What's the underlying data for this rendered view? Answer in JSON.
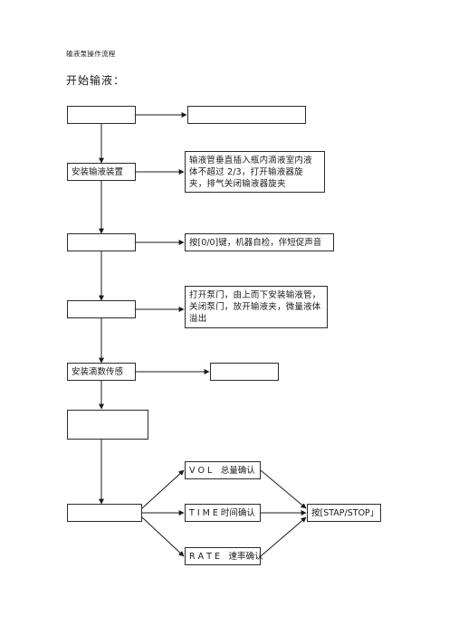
{
  "document": {
    "title": "输液泵操作流程",
    "section_heading": "开始输液："
  },
  "flowchart": {
    "start_box": "",
    "start_result_box": "",
    "install_set": "安装输液装置",
    "install_set_note": "输液管垂直插入瓶内滴液室内液体不超过 2/3，打开输液器旋夹，排气关闭输液器旋夹",
    "power_box": "",
    "power_note": "按[0/0]键，机器自检，伴短促声音",
    "pump_box": "",
    "pump_note": "打开泵门，由上而下安装输液管，关闭泵门，放开输液夹，微量液体溢出",
    "drip_sensor": "安装滴数传感",
    "drip_sensor_result": "",
    "blank_tall_box": "",
    "set_params_box": "",
    "vol": "V O L　总量确认",
    "time": "T I M E  时间确认",
    "rate": "R A T E　速率确认",
    "start_stop": "按[STAP/STOP」"
  }
}
